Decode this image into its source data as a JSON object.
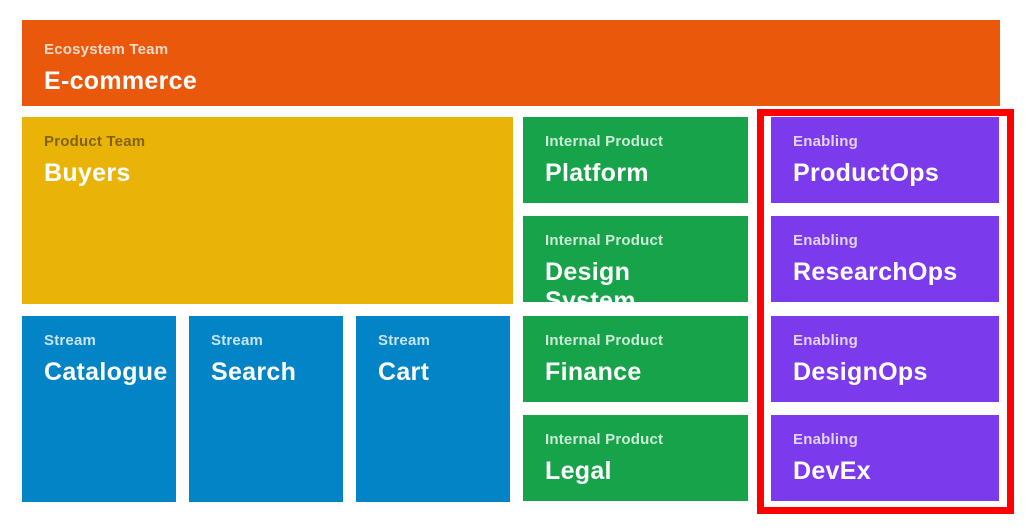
{
  "page": {
    "background": "#FFFFFF"
  },
  "colors": {
    "ecosystem_team": "#EA580C",
    "product_team": "#EAB308",
    "stream_team": "#0284C7",
    "internal_product_team": "#16A34A",
    "enabling_team": "#7C3AED",
    "highlight_border": "#FF0000",
    "title_text": "#FFFFFF"
  },
  "teams": {
    "ecosystem": {
      "type": "Ecosystem Team",
      "name": "E-commerce"
    },
    "product": {
      "type": "Product Team",
      "name": "Buyers"
    },
    "streams": [
      {
        "type": "Stream",
        "name": "Catalogue"
      },
      {
        "type": "Stream",
        "name": "Search"
      },
      {
        "type": "Stream",
        "name": "Cart"
      }
    ],
    "internal_products": [
      {
        "type": "Internal Product",
        "name": "Platform"
      },
      {
        "type": "Internal Product",
        "name": "Design System"
      },
      {
        "type": "Internal Product",
        "name": "Finance"
      },
      {
        "type": "Internal Product",
        "name": "Legal"
      }
    ],
    "enabling": [
      {
        "type": "Enabling",
        "name": "ProductOps"
      },
      {
        "type": "Enabling",
        "name": "ResearchOps"
      },
      {
        "type": "Enabling",
        "name": "DesignOps"
      },
      {
        "type": "Enabling",
        "name": "DevEx"
      }
    ]
  },
  "annotation": {
    "purpose": "highlight around enabling teams column"
  }
}
